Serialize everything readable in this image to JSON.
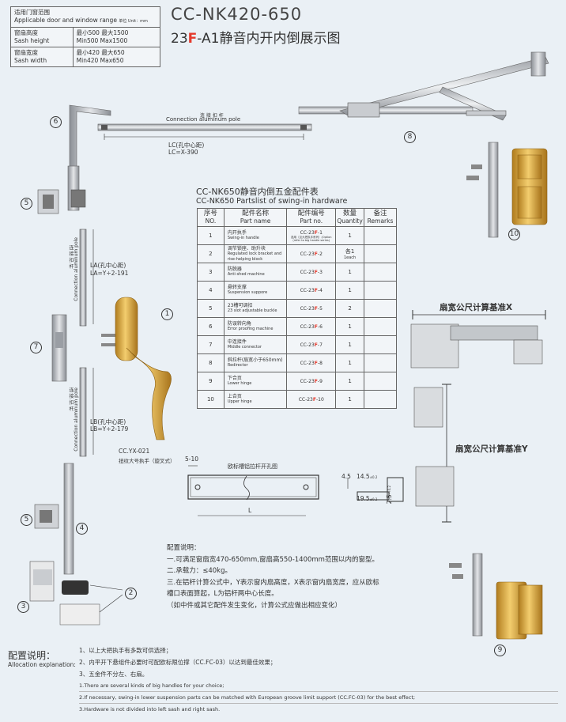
{
  "spec": {
    "header_zh": "适用门窗范围",
    "header_en": "Applicable door and window range",
    "unit": "单位 Unit：mm",
    "height_label_zh": "窗扇高度",
    "height_label_en": "Sash height",
    "height_value_zh": "最小500  最大1500",
    "height_value_en": "Min500  Max1500",
    "width_label_zh": "窗扇宽度",
    "width_label_en": "Sash width",
    "width_value_zh": "最小420  最大650",
    "width_value_en": "Min420  Max650"
  },
  "title": {
    "model": "CC-NK420-650",
    "sub_prefix": "23",
    "sub_red": "F",
    "sub_suffix": "-A1静音内开内倒展示图"
  },
  "parts": {
    "title_zh": "CC-NK650静音内倒五金配件表",
    "title_en": "CC-NK650 Partslist of swing-in hardware",
    "headers": [
      {
        "zh": "序号",
        "en": "NO."
      },
      {
        "zh": "配件名称",
        "en": "Part name"
      },
      {
        "zh": "配件编号",
        "en": "Part no."
      },
      {
        "zh": "数量",
        "en": "Quantity"
      },
      {
        "zh": "备注",
        "en": "Remarks"
      }
    ],
    "rows": [
      {
        "no": "1",
        "zh": "内开执手",
        "en": "Swing-in handle",
        "code_a": "CC-23",
        "code_b": "-1",
        "code_note": "选用（见大把执手系列）(Option (refer to big handle series)",
        "qty": "1"
      },
      {
        "no": "2",
        "zh": "调节锁座、助升块",
        "en": "Regulated lock bracket and rise-helping block",
        "code_a": "CC-23",
        "code_b": "-2",
        "code_note": "",
        "qty": "各1",
        "qty_en": "1each"
      },
      {
        "no": "3",
        "zh": "防脱器",
        "en": "Anti-shed machine",
        "code_a": "CC-23",
        "code_b": "-3",
        "code_note": "",
        "qty": "1"
      },
      {
        "no": "4",
        "zh": "悬转支撑",
        "en": "Suspension suppore",
        "code_a": "CC-23",
        "code_b": "-4",
        "code_note": "",
        "qty": "1"
      },
      {
        "no": "5",
        "zh": "23槽可调扣",
        "en": "23 slot adjustable buckle",
        "code_a": "CC-23",
        "code_b": "-5",
        "code_note": "",
        "qty": "2"
      },
      {
        "no": "6",
        "zh": "防误转向角",
        "en": "Error proofing machine",
        "code_a": "CC-23",
        "code_b": "-6",
        "code_note": "",
        "qty": "1"
      },
      {
        "no": "7",
        "zh": "中连接件",
        "en": "Middle connector",
        "code_a": "CC-23",
        "code_b": "-7",
        "code_note": "",
        "qty": "1"
      },
      {
        "no": "8",
        "zh": "斜拉杆(扇宽小于650mm)",
        "en": "Redirector",
        "code_a": "CC-23",
        "code_b": "-8",
        "code_note": "",
        "qty": "1"
      },
      {
        "no": "9",
        "zh": "下合页",
        "en": "Lower hinge",
        "code_a": "CC-23",
        "code_b": "-9",
        "code_note": "",
        "qty": "1"
      },
      {
        "no": "10",
        "zh": "上合页",
        "en": "Upper hinge",
        "code_a": "CC-23",
        "code_b": "-10",
        "code_note": "",
        "qty": "1"
      }
    ],
    "code_red": "F"
  },
  "labels": {
    "conn_zh": "连 接 扣 杆",
    "conn_en": "Connection aluminum pole",
    "lc_zh": "LC(孔中心距)",
    "lc_eq": "LC=X-390",
    "la_zh": "LA(孔中心距)",
    "la_eq": "LA=Y÷2-191",
    "lb_zh": "LB(孔中心距)",
    "lb_eq": "LB=Y÷2-179",
    "handle_code": "CC.YX-021",
    "handle_name": "扭纹大号执手（旋叉式）",
    "groove_title": "欧标槽铝拉杆开孔图",
    "dim_5_10": "5-10",
    "dim_l": "L",
    "dim_45": "4.5",
    "dim_145": "14.5",
    "dim_145_tol": "±0.2",
    "dim_195": "19.5",
    "dim_195_tol": "±0.2",
    "dim_25": "2.5",
    "dim_25_tol": "±0.2",
    "std_x": "扇宽公尺计算基准X",
    "std_y": "扇宽公尺计算基准Y"
  },
  "callouts": [
    "1",
    "2",
    "3",
    "4",
    "5",
    "5",
    "6",
    "7",
    "8",
    "9",
    "10"
  ],
  "config": {
    "title": "配置说明：",
    "lines": [
      "一.可满足窗扇宽470-650mm,窗扇高550-1400mm范围以内的窗型。",
      "二.承载力：≤40kg。",
      "三.在铝杆计算公式中，Y表示窗内扇高度，X表示窗内扇宽度，应从欧标",
      "槽口表面算起，L为铝杆两中心长度。",
      "（如中件或其它配件发生变化，计算公式应做出相应变化）"
    ]
  },
  "allocation": {
    "title_zh": "配置说明：",
    "title_en": "Allocation explanation:",
    "lines_zh": [
      "1、以上大把执手有多款可供选择；",
      "2、内平开下悬组件必要时可配欧标限位撑（CC.FC-03）以达到最佳效果；",
      "3、五金件不分左、右扇。"
    ],
    "lines_en": [
      "1.There are several kinds of big handles for your choice;",
      "2.If necessary, swing-in lower suspension parts can be matched with European groove limit support (CC.FC-03) for the best effect;",
      "3.Hardware is not divided into left sash and right sash."
    ]
  },
  "colors": {
    "accent_red": "#e53a2d",
    "gold": "#d9a43a",
    "steel": "#b8bcc2"
  }
}
